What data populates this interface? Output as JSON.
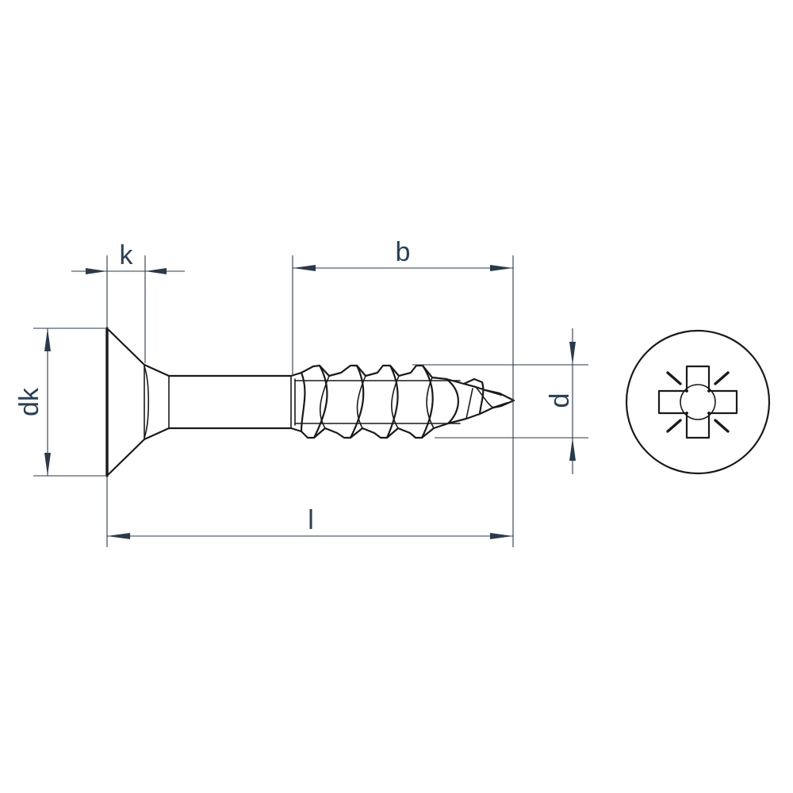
{
  "labels": {
    "k": "k",
    "b": "b",
    "dk": "dk",
    "d": "d",
    "l": "l"
  },
  "colors": {
    "line": "#1a1a1a",
    "dimension": "#2a3a4a",
    "label": "#2a3f55",
    "background": "#ffffff"
  },
  "icons": [
    "pozidriv-recess-icon"
  ]
}
